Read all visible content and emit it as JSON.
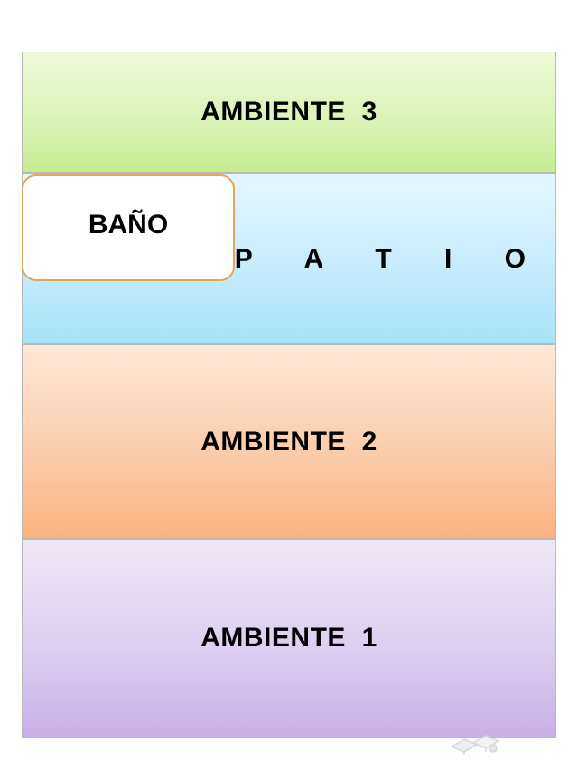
{
  "plan": {
    "zones": {
      "ambiente_3": "AMBIENTE  3",
      "patio": "P A T I O",
      "bano": "BAÑO",
      "ambiente_2": "AMBIENTE  2",
      "ambiente_1": "AMBIENTE  1"
    },
    "colors": {
      "ambiente_3": "#d9f2b4",
      "patio": "#c6ecfc",
      "bano": "#ffffff",
      "bano_border": "#e8a35f",
      "ambiente_2": "#fbcaa7",
      "ambiente_1": "#dccff0"
    }
  }
}
